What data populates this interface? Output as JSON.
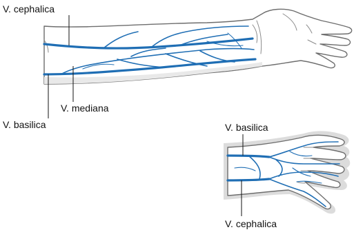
{
  "colors": {
    "vein": "#1f6eb4",
    "outline": "#6d6d6d",
    "label": "#111111"
  },
  "arm": {
    "labels": {
      "cephalica": "V. cephalica",
      "mediana": "V. mediana",
      "basilica": "V. basilica"
    }
  },
  "hand": {
    "labels": {
      "basilica": "V. basilica",
      "cephalica": "V. cephalica"
    }
  }
}
